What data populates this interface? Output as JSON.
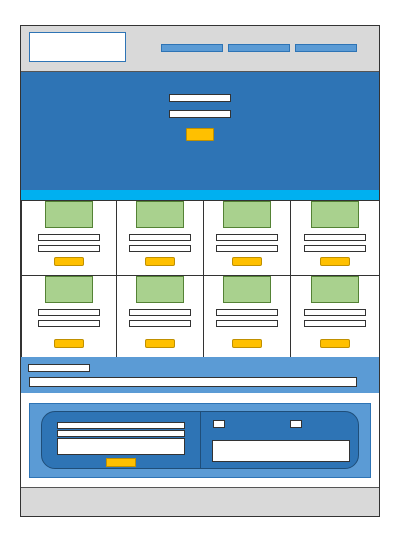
{
  "colors": {
    "header_bg": "#d9d9d9",
    "hero_bg": "#2e74b5",
    "accent_strip": "#00b0f0",
    "nav_blue": "#5b9bd5",
    "button_yellow": "#ffc000",
    "thumbnail_green": "#a9d18e"
  },
  "header": {
    "logo_icon": "logo-placeholder",
    "nav_items": [
      "",
      "",
      ""
    ]
  },
  "hero": {
    "fields": [
      "",
      ""
    ],
    "button_label": ""
  },
  "products": {
    "rows": 2,
    "columns": 4,
    "items": [
      {
        "thumbnail_icon": "image-placeholder",
        "lines": [
          "",
          ""
        ],
        "button_label": ""
      },
      {
        "thumbnail_icon": "image-placeholder",
        "lines": [
          "",
          ""
        ],
        "button_label": ""
      },
      {
        "thumbnail_icon": "image-placeholder",
        "lines": [
          "",
          ""
        ],
        "button_label": ""
      },
      {
        "thumbnail_icon": "image-placeholder",
        "lines": [
          "",
          ""
        ],
        "button_label": ""
      },
      {
        "thumbnail_icon": "image-placeholder",
        "lines": [
          "",
          ""
        ],
        "button_label": ""
      },
      {
        "thumbnail_icon": "image-placeholder",
        "lines": [
          "",
          ""
        ],
        "button_label": ""
      },
      {
        "thumbnail_icon": "image-placeholder",
        "lines": [
          "",
          ""
        ],
        "button_label": ""
      },
      {
        "thumbnail_icon": "image-placeholder",
        "lines": [
          "",
          ""
        ],
        "button_label": ""
      }
    ]
  },
  "search_band": {
    "label": "",
    "input_value": ""
  },
  "forms": {
    "left": {
      "fields": [
        "",
        ""
      ],
      "textarea": "",
      "button_label": ""
    },
    "right": {
      "checkboxes": [
        "",
        ""
      ],
      "message_box": ""
    }
  },
  "footer": {
    "text": ""
  }
}
